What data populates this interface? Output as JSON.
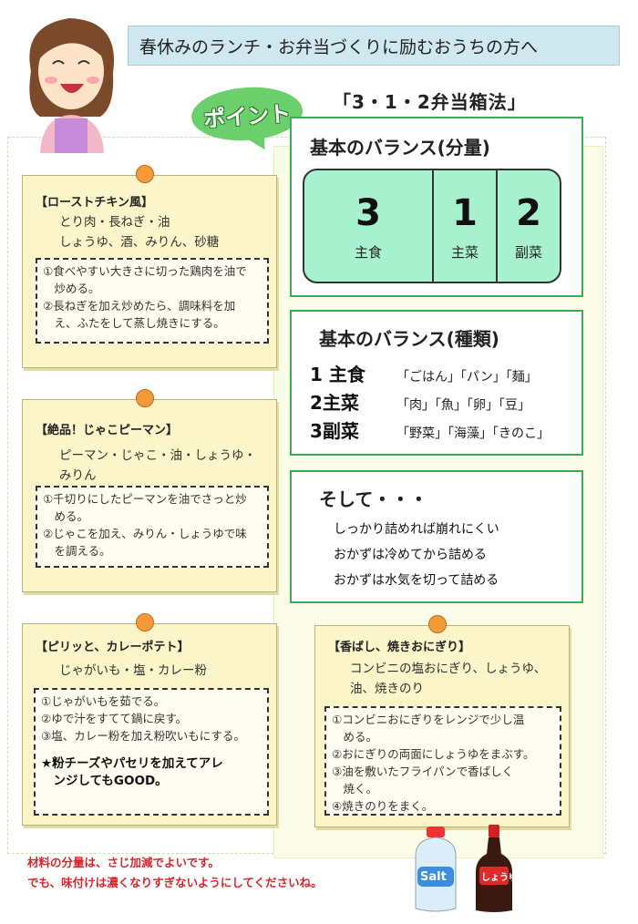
{
  "header": {
    "title": "春休みのランチ・お弁当づくりに励むおうちの方へ"
  },
  "point": {
    "label": "ポイント",
    "method_title": "「3・1・2弁当箱法」"
  },
  "balance_amount": {
    "title": "基本のバランス(分量)",
    "cells": [
      {
        "num": "3",
        "label": "主食"
      },
      {
        "num": "1",
        "label": "主菜"
      },
      {
        "num": "2",
        "label": "副菜"
      }
    ]
  },
  "balance_kind": {
    "title": "基本のバランス(種類)",
    "rows": [
      {
        "name": "1 主食",
        "items": "「ごはん」「パン」「麺」"
      },
      {
        "name": "2主菜",
        "items": "「肉」「魚」「卵」「豆」"
      },
      {
        "name": "3副菜",
        "items": "「野菜」「海藻」「きのこ」"
      }
    ]
  },
  "tips": {
    "title": "そして・・・",
    "lines": [
      "しっかり詰めれば崩れにくい",
      "おかずは冷めてから詰める",
      "おかずは水気を切って詰める"
    ]
  },
  "recipes": [
    {
      "title": "【ローストチキン風】",
      "ingredients": [
        "とり肉・長ねぎ・油",
        "しょうゆ、酒、みりん、砂糖"
      ],
      "steps": [
        "①食べやすい大きさに切った鶏肉を油で",
        "　炒める。",
        "②長ねぎを加え炒めたら、調味料を加",
        "　え、ふたをして蒸し焼きにする。"
      ]
    },
    {
      "title": "【絶品！じゃこピーマン】",
      "ingredients": [
        "ピーマン・じゃこ・油・しょうゆ・",
        "みりん"
      ],
      "steps": [
        "①千切りにしたピーマンを油でさっと炒",
        "　める。",
        "②じゃこを加え、みりん・しょうゆで味",
        "　を調える。"
      ]
    },
    {
      "title": "【ピリッと、カレーポテト】",
      "ingredients": [
        "じゃがいも・塩・カレー粉"
      ],
      "steps": [
        "①じゃがいもを茹でる。",
        "②ゆで汁をすてて鍋に戻す。",
        "③塩、カレー粉を加え粉吹いもにする。"
      ],
      "extra": [
        "★粉チーズやパセリを加えてアレ",
        "　ンジしてもGOOD。"
      ]
    },
    {
      "title": "【香ばし、焼きおにぎり】",
      "ingredients": [
        "コンビニの塩おにぎり、しょうゆ、",
        "油、焼きのり"
      ],
      "steps": [
        "①コンビニおにぎりをレンジで少し温",
        "　める。",
        "②おにぎりの両面にしょうゆをまぶす。",
        "③油を敷いたフライパンで香ばしく",
        "　焼く。",
        "④焼きのりをまく。"
      ]
    }
  ],
  "footer_note": [
    "材料の分量は、さじ加減でよいです。",
    "でも、味付けは濃くなりすぎないようにしてくださいね。"
  ],
  "bottles": {
    "salt_label": "Salt",
    "soy_label": "しょうゆ"
  }
}
